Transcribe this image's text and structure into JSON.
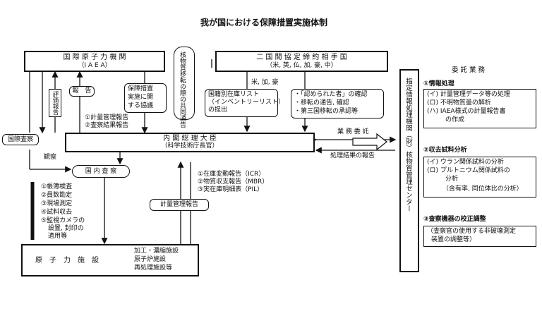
{
  "title": "我が国における保障措置実施体制",
  "iaea": {
    "name": "国 際 原 子 力 機 関",
    "sub": "（I A E A）"
  },
  "partner": {
    "name": "二 国 間 協 定 締 約 相 手 国",
    "sub": "（米, 英, 仏, 加, 豪, 中）"
  },
  "shared_notice": "核物質移転の際の共同通告",
  "evaluation_report": "評価報告",
  "report": "報　告",
  "agreement": [
    "保障措置",
    "実施に関",
    "する協議"
  ],
  "usa_note": "米, 加, 豪",
  "inventory": [
    "国籍別在庫リスト",
    "（インベントリーリスト）",
    "の提出"
  ],
  "confirm_list": [
    "・「認められた者」の確認",
    "・移転の通告, 確認",
    "・第三国移転の承認等"
  ],
  "reports_to_iaea": [
    "①計量管理報告",
    "②査察結果報告"
  ],
  "intl_inspection": "国際査察",
  "observe": "観察",
  "pm": {
    "name": "内 閣 総 理 大 臣",
    "sub": "（科学技術庁長官）"
  },
  "outsource": "業 務 委 託",
  "result_report": "処理結果の報告",
  "domestic": "国 内 査 察",
  "inspection_items": [
    "①帳簿検査",
    "②員数勘定",
    "③現場測定",
    "④試料収去",
    "⑤監視カメラの",
    "設置, 封印の",
    "適用等"
  ],
  "icr_items": [
    "①在庫変動報告（ICR）",
    "②物質収支報告（MBR）",
    "③実在庫明細表（PIL）"
  ],
  "accounting_report": "計量管理報告",
  "facility": {
    "name": "原　子　力　施　設",
    "items": [
      "加工・濃縮施設",
      "原子炉施設",
      "再処理施設等"
    ]
  },
  "center_label": "指定情報処理機関（財）核物質管理センター",
  "consign": {
    "title": "委 託 業 務",
    "s1": "①情報処理",
    "s1_items": [
      "(イ) 計量管理データ等の処理",
      "(ロ) 不明物質量の解析",
      "(ハ) IAEA様式の計量報告書",
      "の作成"
    ],
    "s2": "②収去試料分析",
    "s2_items": [
      "(イ) ウラン関係試料の分析",
      "(ロ) プルトニウム関係試料の",
      "分析",
      "（含有率, 同位体比の分析）"
    ],
    "s3": "③査察機器の校正調整",
    "s3_items": [
      "（査察官の使用する非破壊測定",
      "装置の調整等）"
    ]
  }
}
